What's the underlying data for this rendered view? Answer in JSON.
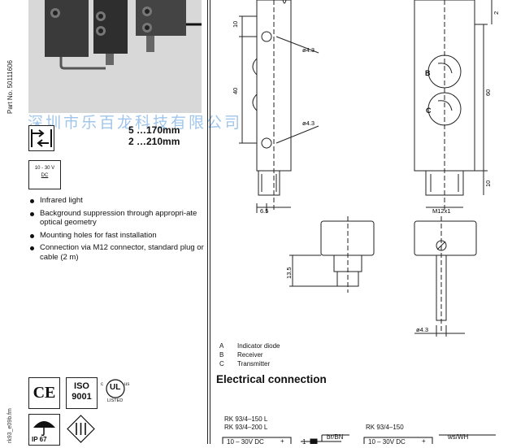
{
  "part_number": "Part No. 50111606",
  "doc_id": "rk93_e09b.fm",
  "watermark": "深圳市乐百龙科技有限公司",
  "ranges": [
    "5 …170mm",
    "2 …210mm"
  ],
  "supply_icon": {
    "line1": "10 - 30 V",
    "line2": "DC"
  },
  "features": [
    "Infrared light",
    "Background suppression through appropri-ate optical geometry",
    "Mounting holes for fast installation",
    "Connection via M12 connector, standard plug or cable (2 m)"
  ],
  "drawing": {
    "dims": {
      "top_offset": "2",
      "hole_gap_top": "10",
      "hole_spacing": "40",
      "hole_dia_1": "ø4.3",
      "hole_dia_2": "ø4.3",
      "side_height": "60",
      "bottom_gap": "10",
      "offset": "6.5",
      "connector": "M12x1",
      "cable_len": "13.5",
      "cable_dia": "ø4.3"
    },
    "labels": {
      "receiver": "B",
      "transmitter": "C"
    }
  },
  "legend": [
    {
      "key": "A",
      "text": "Indicator diode"
    },
    {
      "key": "B",
      "text": "Receiver"
    },
    {
      "key": "C",
      "text": "Transmitter"
    }
  ],
  "electrical": {
    "title": "Electrical connection",
    "receiver_models": [
      "RK 93/4–150  L",
      "RK 93/4–200  L"
    ],
    "transmitter_model": "RK 93/4–150",
    "receiver_supply": "10 – 30V DC",
    "transmitter_supply": "10 – 30V DC",
    "plus": "+",
    "pin1": "1",
    "wire_receiver": "br/BN",
    "wire_transmitter": "ws/WH"
  },
  "certifications": {
    "ce": "CE",
    "iso_line1": "ISO",
    "iso_line2": "9001",
    "ul_c": "c",
    "ul_main": "UL",
    "ul_us": "us",
    "ul_listed": "LISTED",
    "ip": "IP 67"
  }
}
